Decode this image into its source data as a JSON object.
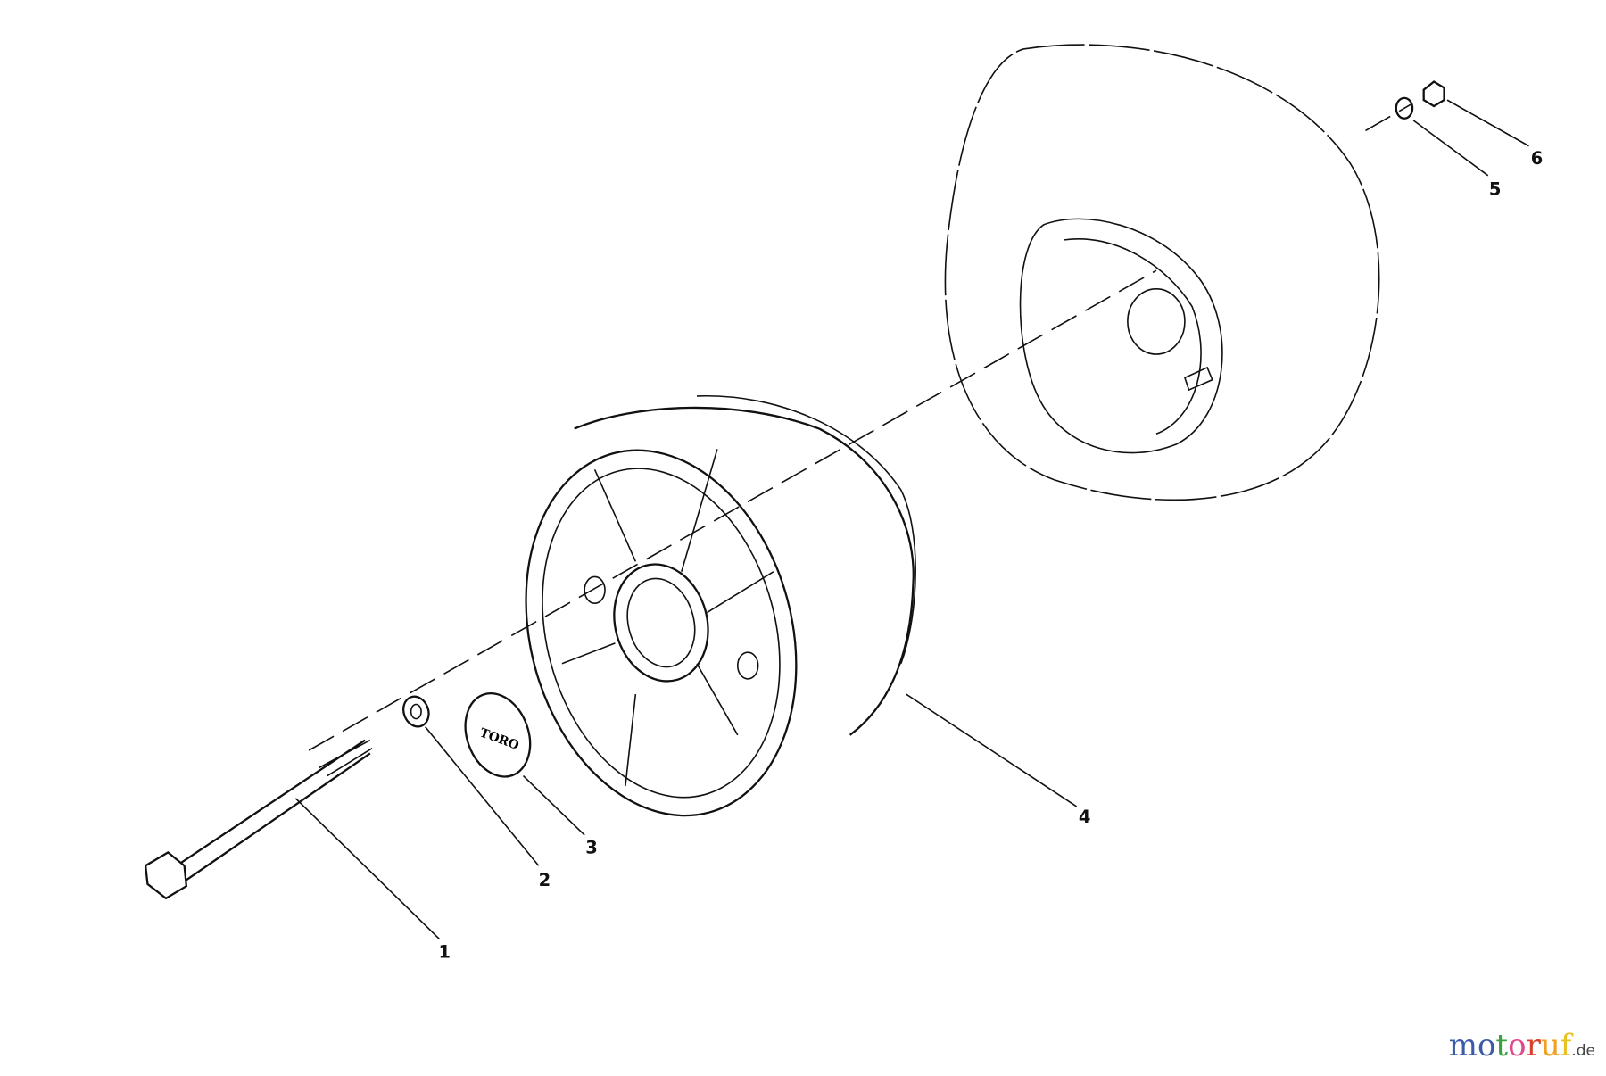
{
  "callouts": [
    "1",
    "2",
    "3",
    "4",
    "5",
    "6"
  ],
  "cap_logo": "TORO",
  "watermark": {
    "letters": [
      "m",
      "o",
      "t",
      "o",
      "r",
      "u",
      "f"
    ],
    "colors": [
      "#3b5ba8",
      "#3b5ba8",
      "#3aa040",
      "#e04a8a",
      "#d9402a",
      "#f0a020",
      "#e8c020"
    ],
    "suffix": ".de"
  }
}
